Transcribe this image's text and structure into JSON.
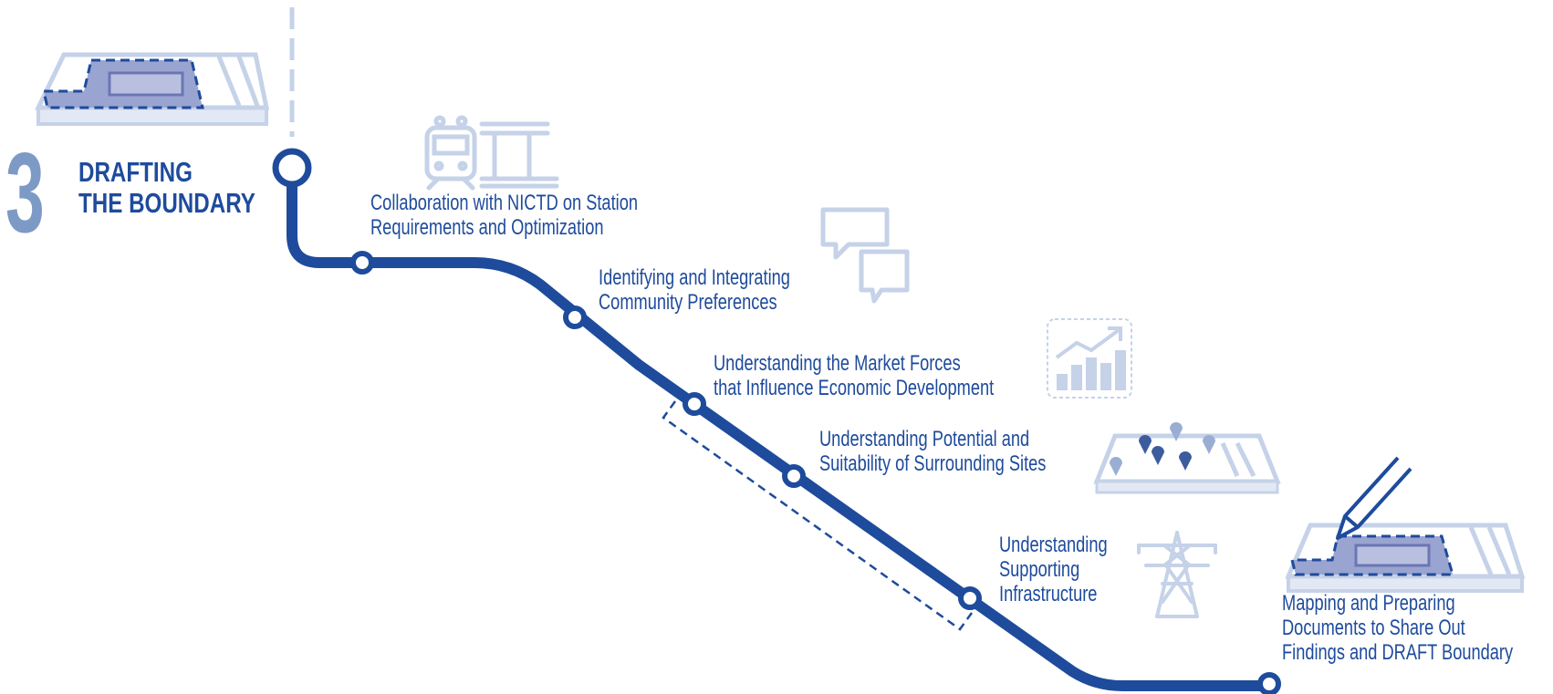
{
  "step": {
    "number": "3",
    "title_line1": "DRAFTING",
    "title_line2": "THE BOUNDARY"
  },
  "milestones": [
    {
      "line1": "Collaboration with NICTD on Station",
      "line2": "Requirements and Optimization",
      "icon": "train-station-icon"
    },
    {
      "line1": "Identifying and Integrating",
      "line2": "Community Preferences",
      "icon": "speech-bubbles-icon"
    },
    {
      "line1": "Understanding the Market Forces",
      "line2": "that Influence Economic Development",
      "icon": "growth-chart-icon"
    },
    {
      "line1": "Understanding Potential and",
      "line2": "Suitability of Surrounding Sites",
      "icon": "map-pins-icon"
    },
    {
      "line1": "Understanding",
      "line2": "Supporting",
      "line3": "Infrastructure",
      "icon": "power-tower-icon"
    },
    {
      "line1": "Mapping and Preparing",
      "line2": "Documents to Share Out",
      "line3": "Findings and DRAFT Boundary",
      "icon": "map-pencil-icon"
    }
  ],
  "colors": {
    "route": "#1e4b9c",
    "accent_light": "#c5d2e8",
    "accent_mid": "#7d9ac6",
    "fill_purple": "#9aa4d0"
  }
}
